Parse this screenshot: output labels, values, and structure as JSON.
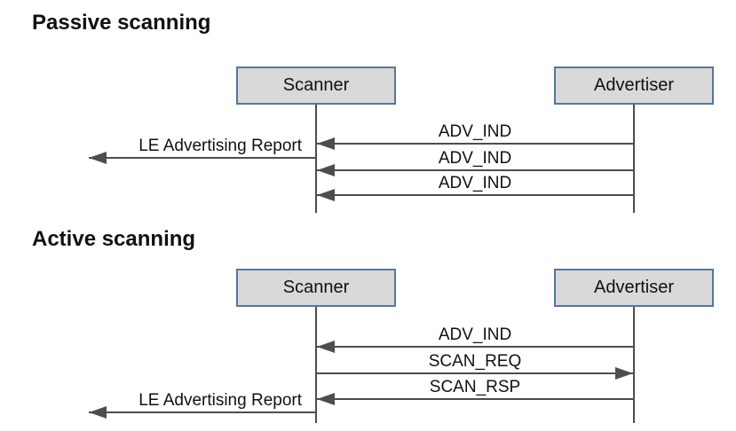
{
  "diagram": {
    "colors": {
      "box_fill": "#d9d9d9",
      "box_border": "#54779b",
      "line": "#4d4d4d",
      "text": "#111111"
    },
    "passive": {
      "title": "Passive scanning",
      "actors": [
        {
          "label": "Scanner"
        },
        {
          "label": "Advertiser"
        }
      ],
      "messages": [
        {
          "label": "ADV_IND",
          "from": "Advertiser",
          "to": "Scanner",
          "direction": "left"
        },
        {
          "label": "LE Advertising Report",
          "from": "Scanner",
          "direction": "left"
        },
        {
          "label": "ADV_IND",
          "from": "Advertiser",
          "to": "Scanner",
          "direction": "left"
        },
        {
          "label": "ADV_IND",
          "from": "Advertiser",
          "to": "Scanner",
          "direction": "left"
        }
      ]
    },
    "active": {
      "title": "Active scanning",
      "actors": [
        {
          "label": "Scanner"
        },
        {
          "label": "Advertiser"
        }
      ],
      "messages": [
        {
          "label": "ADV_IND",
          "from": "Advertiser",
          "to": "Scanner",
          "direction": "left"
        },
        {
          "label": "SCAN_REQ",
          "from": "Scanner",
          "to": "Advertiser",
          "direction": "right"
        },
        {
          "label": "SCAN_RSP",
          "from": "Advertiser",
          "to": "Scanner",
          "direction": "left"
        },
        {
          "label": "LE Advertising Report",
          "from": "Scanner",
          "direction": "left"
        }
      ]
    }
  }
}
